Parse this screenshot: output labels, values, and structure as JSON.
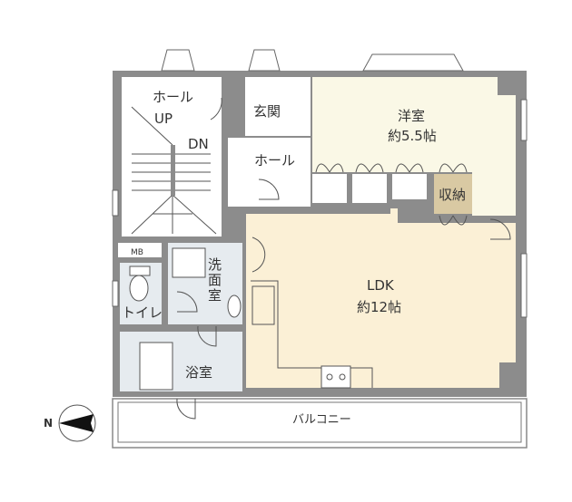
{
  "colors": {
    "wall": "#8c8c8c",
    "western_room_floor": "#faf8e6",
    "ldk_floor": "#fbf0d6",
    "storage_floor": "#d9c9a3",
    "wet_area_floor": "#e6ebef",
    "hall_floor": "#ffffff",
    "line": "#555555"
  },
  "rooms": {
    "hall_upper": {
      "label": "ホール"
    },
    "stairs": {
      "up_label": "UP",
      "down_label": "DN"
    },
    "entrance": {
      "label": "玄関"
    },
    "hall_lower": {
      "label": "ホール"
    },
    "western_room": {
      "label": "洋室",
      "size": "約5.5帖"
    },
    "storage": {
      "label": "収納"
    },
    "meter_box": {
      "label": "MB"
    },
    "washroom": {
      "label": "洗面室"
    },
    "toilet": {
      "label": "トイレ"
    },
    "bathroom": {
      "label": "浴室"
    },
    "ldk": {
      "label": "LDK",
      "size": "約12帖"
    },
    "balcony": {
      "label": "バルコニー"
    }
  },
  "compass": {
    "label": "N"
  }
}
